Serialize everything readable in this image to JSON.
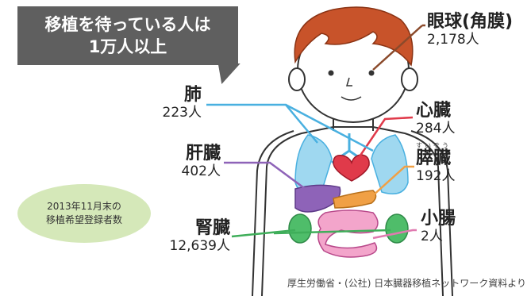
{
  "callout": {
    "line1": "移植を待っている人は",
    "line2": "1万人以上"
  },
  "organs": {
    "eye": {
      "name": "眼球(角膜)",
      "count": "2,178人"
    },
    "heart": {
      "name": "心臓",
      "count": "284人"
    },
    "pancreas": {
      "name": "膵臓",
      "count": "192人",
      "reading": "すいぞう"
    },
    "intestine": {
      "name": "小腸",
      "count": "2人"
    },
    "lung": {
      "name": "肺",
      "count": "223人"
    },
    "liver": {
      "name": "肝臓",
      "count": "402人"
    },
    "kidney": {
      "name": "腎臓",
      "count": "12,639人"
    }
  },
  "note": {
    "line1": "2013年11月末の",
    "line2": "移植希望登録者数"
  },
  "source": "厚生労働省・(公社) 日本臓器移植ネットワーク資料より",
  "colors": {
    "eye_line": "#8b4a2b",
    "heart_line": "#e03a4a",
    "pancreas_line": "#f0a045",
    "intestine_line": "#e07ab0",
    "lung_line": "#49b0e0",
    "liver_line": "#8e63b8",
    "kidney_line": "#3fae5a",
    "callout_bg": "#5f5f5f",
    "note_bg": "#d5e8b9"
  }
}
